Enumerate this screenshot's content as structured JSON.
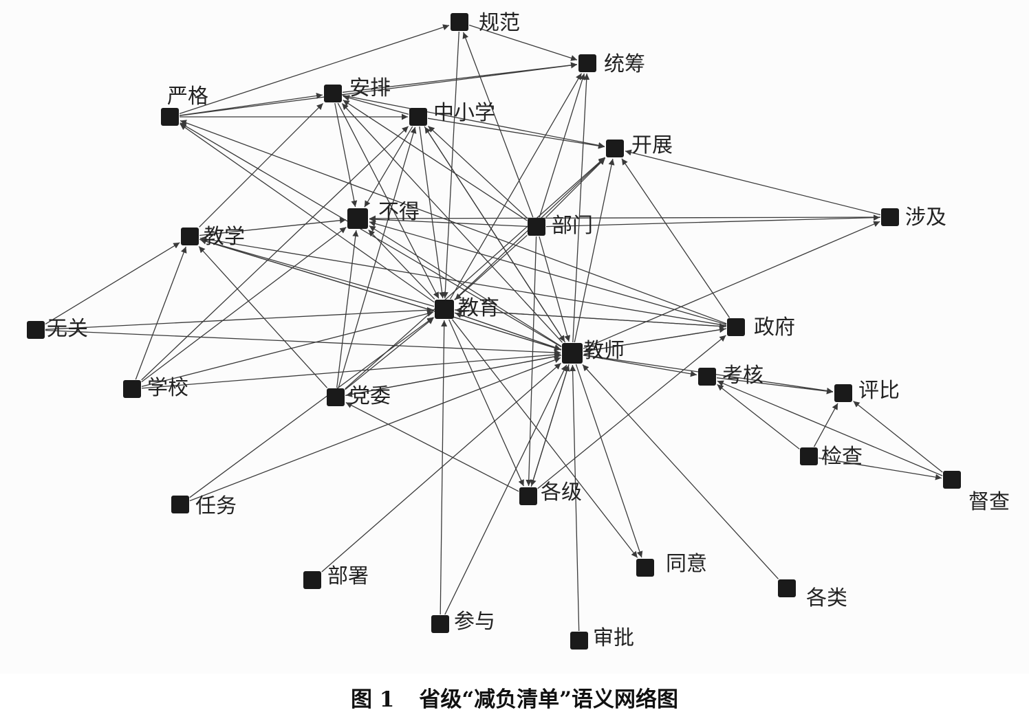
{
  "figure": {
    "number": "图 1",
    "caption": "省级“减负清单”语义网络图"
  },
  "colors": {
    "node": "#1a1a1a",
    "edge": "#3a3a3a",
    "label": "#222222",
    "background": "#fcfcfc"
  },
  "nodes": [
    {
      "id": "guifan",
      "label": "规范"
    },
    {
      "id": "tongchou",
      "label": "统筹"
    },
    {
      "id": "yange",
      "label": "严格"
    },
    {
      "id": "anpai",
      "label": "安排"
    },
    {
      "id": "zhongxiao",
      "label": "中小学"
    },
    {
      "id": "kaizhan",
      "label": "开展"
    },
    {
      "id": "bude",
      "label": "不得"
    },
    {
      "id": "bumen",
      "label": "部门"
    },
    {
      "id": "sheji",
      "label": "涉及"
    },
    {
      "id": "jiaoxue",
      "label": "教学"
    },
    {
      "id": "jiaoyu",
      "label": "教育"
    },
    {
      "id": "zhengfu",
      "label": "政府"
    },
    {
      "id": "wuguan",
      "label": "无关"
    },
    {
      "id": "jiaoshi",
      "label": "教师"
    },
    {
      "id": "kaohe",
      "label": "考核"
    },
    {
      "id": "pingbi",
      "label": "评比"
    },
    {
      "id": "xuexiao",
      "label": "学校"
    },
    {
      "id": "dangwei",
      "label": "党委"
    },
    {
      "id": "jiancha",
      "label": "检查"
    },
    {
      "id": "ducha",
      "label": "督查"
    },
    {
      "id": "renwu",
      "label": "任务"
    },
    {
      "id": "geji",
      "label": "各级"
    },
    {
      "id": "tongyi",
      "label": "同意"
    },
    {
      "id": "bushu",
      "label": "部署"
    },
    {
      "id": "gelei",
      "label": "各类"
    },
    {
      "id": "canyu",
      "label": "参与"
    },
    {
      "id": "shenpi",
      "label": "审批"
    }
  ],
  "edges": [
    [
      "yange",
      "guifan"
    ],
    [
      "yange",
      "anpai"
    ],
    [
      "yange",
      "zhongxiao"
    ],
    [
      "yange",
      "tongchou"
    ],
    [
      "guifan",
      "tongchou"
    ],
    [
      "guifan",
      "jiaoyu"
    ],
    [
      "anpai",
      "tongchou"
    ],
    [
      "anpai",
      "bude"
    ],
    [
      "anpai",
      "jiaoyu"
    ],
    [
      "anpai",
      "kaizhan"
    ],
    [
      "zhongxiao",
      "anpai"
    ],
    [
      "zhongxiao",
      "kaizhan"
    ],
    [
      "zhongxiao",
      "bude"
    ],
    [
      "zhongxiao",
      "jiaoyu"
    ],
    [
      "zhongxiao",
      "jiaoshi"
    ],
    [
      "bumen",
      "guifan"
    ],
    [
      "bumen",
      "tongchou"
    ],
    [
      "bumen",
      "kaizhan"
    ],
    [
      "bumen",
      "bude"
    ],
    [
      "bumen",
      "anpai"
    ],
    [
      "bumen",
      "zhongxiao"
    ],
    [
      "bumen",
      "jiaoyu"
    ],
    [
      "bumen",
      "jiaoshi"
    ],
    [
      "bumen",
      "sheji"
    ],
    [
      "bumen",
      "geji"
    ],
    [
      "jiaoshi",
      "yange"
    ],
    [
      "jiaoshi",
      "anpai"
    ],
    [
      "jiaoshi",
      "zhongxiao"
    ],
    [
      "jiaoshi",
      "kaizhan"
    ],
    [
      "jiaoshi",
      "tongchou"
    ],
    [
      "jiaoshi",
      "bude"
    ],
    [
      "jiaoshi",
      "jiaoxue"
    ],
    [
      "jiaoshi",
      "jiaoyu"
    ],
    [
      "jiaoshi",
      "zhengfu"
    ],
    [
      "jiaoshi",
      "sheji"
    ],
    [
      "jiaoshi",
      "kaohe"
    ],
    [
      "jiaoshi",
      "pingbi"
    ],
    [
      "jiaoshi",
      "dangwei"
    ],
    [
      "jiaoshi",
      "geji"
    ],
    [
      "jiaoshi",
      "tongyi"
    ],
    [
      "jiaoyu",
      "kaizhan"
    ],
    [
      "jiaoyu",
      "tongchou"
    ],
    [
      "jiaoyu",
      "bude"
    ],
    [
      "jiaoyu",
      "jiaoxue"
    ],
    [
      "jiaoyu",
      "zhengfu"
    ],
    [
      "jiaoyu",
      "jiaoshi"
    ],
    [
      "jiaoyu",
      "geji"
    ],
    [
      "jiaoyu",
      "tongyi"
    ],
    [
      "jiaoyu",
      "yange"
    ],
    [
      "jiaoxue",
      "bude"
    ],
    [
      "jiaoxue",
      "anpai"
    ],
    [
      "jiaoxue",
      "jiaoshi"
    ],
    [
      "zhengfu",
      "kaizhan"
    ],
    [
      "zhengfu",
      "bude"
    ],
    [
      "zhengfu",
      "yange"
    ],
    [
      "zhengfu",
      "jiaoxue"
    ],
    [
      "zhengfu",
      "jiaoyu"
    ],
    [
      "zhengfu",
      "jiaoshi"
    ],
    [
      "sheji",
      "kaizhan"
    ],
    [
      "sheji",
      "bude"
    ],
    [
      "wuguan",
      "jiaoxue"
    ],
    [
      "wuguan",
      "jiaoyu"
    ],
    [
      "wuguan",
      "jiaoshi"
    ],
    [
      "xuexiao",
      "jiaoxue"
    ],
    [
      "xuexiao",
      "bude"
    ],
    [
      "xuexiao",
      "jiaoyu"
    ],
    [
      "xuexiao",
      "jiaoshi"
    ],
    [
      "xuexiao",
      "zhongxiao"
    ],
    [
      "dangwei",
      "bude"
    ],
    [
      "dangwei",
      "zhongxiao"
    ],
    [
      "dangwei",
      "jiaoxue"
    ],
    [
      "dangwei",
      "jiaoyu"
    ],
    [
      "dangwei",
      "jiaoshi"
    ],
    [
      "dangwei",
      "kaizhan"
    ],
    [
      "renwu",
      "jiaoyu"
    ],
    [
      "renwu",
      "jiaoshi"
    ],
    [
      "geji",
      "jiaoshi"
    ],
    [
      "geji",
      "dangwei"
    ],
    [
      "geji",
      "zhengfu"
    ],
    [
      "jiancha",
      "kaohe"
    ],
    [
      "jiancha",
      "pingbi"
    ],
    [
      "jiancha",
      "ducha"
    ],
    [
      "ducha",
      "kaohe"
    ],
    [
      "ducha",
      "pingbi"
    ],
    [
      "kaohe",
      "pingbi"
    ],
    [
      "bushu",
      "jiaoshi"
    ],
    [
      "canyu",
      "jiaoyu"
    ],
    [
      "canyu",
      "jiaoshi"
    ],
    [
      "shenpi",
      "jiaoshi"
    ],
    [
      "gelei",
      "jiaoshi"
    ]
  ]
}
